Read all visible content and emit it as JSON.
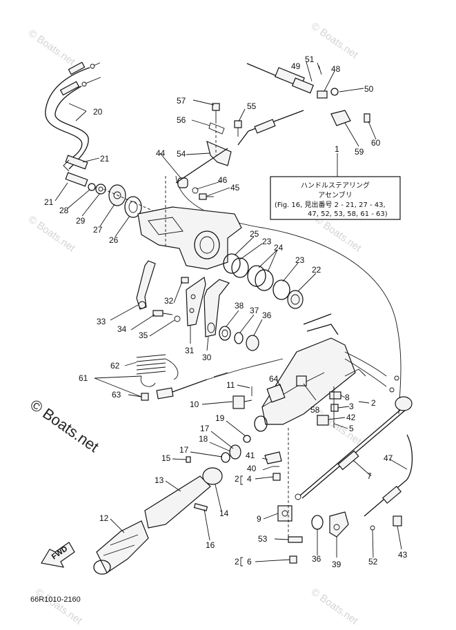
{
  "watermark": {
    "text": "© Boats.net",
    "bold_text": "© Boats.net"
  },
  "assembly_box": {
    "line1": "ハンドルステアリング",
    "line2": "アセンブリ",
    "line3": "(Fig. 16, 見出番号 2 - 21, 27 - 43,",
    "line4": "47, 52, 53, 58, 61 - 63)"
  },
  "diagram_code": "66R1010-2160",
  "fwd_label": "FWD",
  "callouts": {
    "c1": "1",
    "c2a": "2",
    "c2b": "2",
    "c2c": "2",
    "c3": "3",
    "c4": "4",
    "c5": "5",
    "c6": "6",
    "c7": "7",
    "c8": "8",
    "c9": "9",
    "c10": "10",
    "c11": "11",
    "c12": "12",
    "c13": "13",
    "c14": "14",
    "c15": "15",
    "c16": "16",
    "c17a": "17",
    "c17b": "17",
    "c18": "18",
    "c19": "19",
    "c20": "20",
    "c21a": "21",
    "c21b": "21",
    "c22": "22",
    "c23a": "23",
    "c23b": "23",
    "c24": "24",
    "c25": "25",
    "c26": "26",
    "c27": "27",
    "c28": "28",
    "c29": "29",
    "c30": "30",
    "c31": "31",
    "c32": "32",
    "c33": "33",
    "c34": "34",
    "c35": "35",
    "c36a": "36",
    "c36b": "36",
    "c37": "37",
    "c38": "38",
    "c39": "39",
    "c40": "40",
    "c41": "41",
    "c42": "42",
    "c43": "43",
    "c44": "44",
    "c45": "45",
    "c46": "46",
    "c47": "47",
    "c48": "48",
    "c49": "49",
    "c50": "50",
    "c51": "51",
    "c52": "52",
    "c53": "53",
    "c54": "54",
    "c55": "55",
    "c56": "56",
    "c57": "57",
    "c58": "58",
    "c59": "59",
    "c60": "60",
    "c61": "61",
    "c62": "62",
    "c63": "63",
    "c64": "64"
  }
}
